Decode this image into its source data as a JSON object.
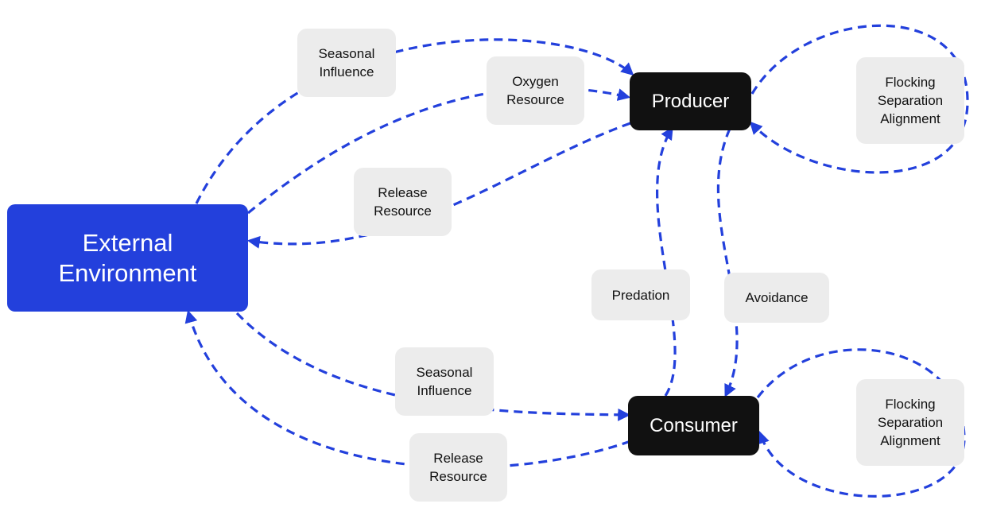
{
  "colors": {
    "environment": "#2340dc",
    "agent": "#111111",
    "label_background": "#ececec",
    "edge": "#2340dc"
  },
  "nodes": {
    "external_environment": "External\nEnvironment",
    "producer": "Producer",
    "consumer": "Consumer"
  },
  "edge_labels": {
    "seasonal_influence_top": "Seasonal\nInfluence",
    "oxygen_resource": "Oxygen\nResource",
    "release_resource_top": "Release\nResource",
    "flocking_top": "Flocking\nSeparation\nAlignment",
    "predation": "Predation",
    "avoidance": "Avoidance",
    "seasonal_influence_bottom": "Seasonal\nInfluence",
    "release_resource_bottom": "Release\nResource",
    "flocking_bottom": "Flocking\nSeparation\nAlignment"
  },
  "edges": [
    {
      "from": "External Environment",
      "to": "Producer",
      "label": "Seasonal Influence",
      "style": "dashed"
    },
    {
      "from": "External Environment",
      "to": "Producer",
      "label": "Oxygen Resource",
      "style": "dashed"
    },
    {
      "from": "Producer",
      "to": "External Environment",
      "label": "Release Resource",
      "style": "dashed"
    },
    {
      "from": "Producer",
      "to": "Producer",
      "label": "Flocking Separation Alignment",
      "style": "dashed"
    },
    {
      "from": "Consumer",
      "to": "Producer",
      "label": "Predation",
      "style": "dashed"
    },
    {
      "from": "Producer",
      "to": "Consumer",
      "label": "Avoidance",
      "style": "dashed"
    },
    {
      "from": "External Environment",
      "to": "Consumer",
      "label": "Seasonal Influence",
      "style": "dashed"
    },
    {
      "from": "Consumer",
      "to": "External Environment",
      "label": "Release Resource",
      "style": "dashed"
    },
    {
      "from": "Consumer",
      "to": "Consumer",
      "label": "Flocking Separation Alignment",
      "style": "dashed"
    }
  ]
}
